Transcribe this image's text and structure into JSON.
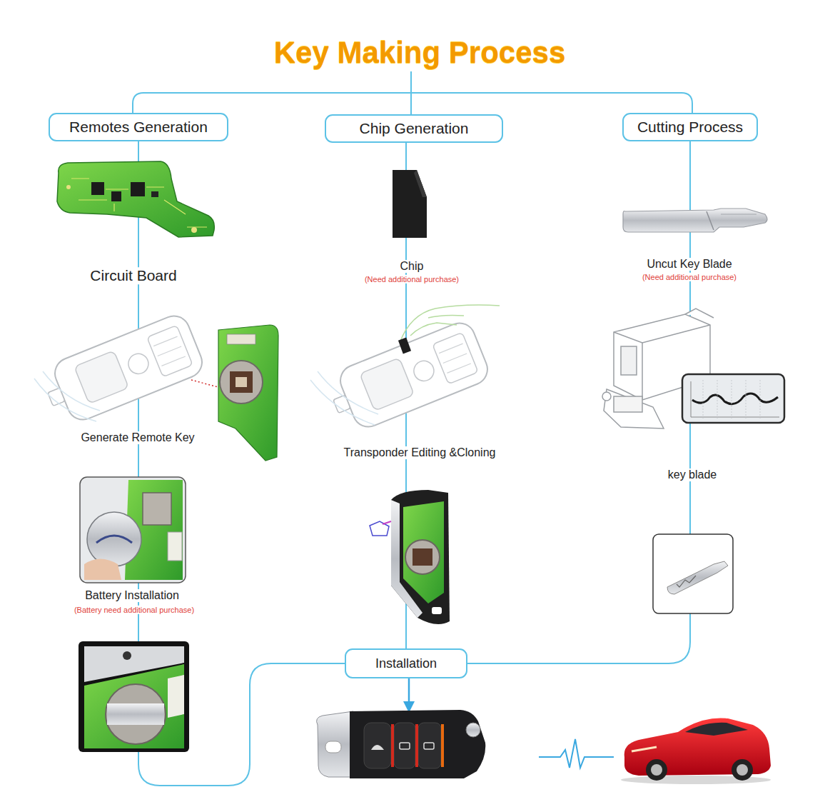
{
  "diagram": {
    "title": "Key Making Process",
    "nodes": [
      {
        "text": [
          "Remotes Generation"
        ]
      },
      {
        "text": [
          "Chip Generation"
        ]
      },
      {
        "text": [
          "Cutting Process"
        ]
      },
      {
        "text": [
          "Installation"
        ]
      }
    ],
    "edges": [
      {
        "from": 0,
        "to": 3,
        "arrow": "none"
      },
      {
        "from": 1,
        "to": 3,
        "arrow": "none"
      },
      {
        "from": 2,
        "to": 3,
        "arrow": "none"
      }
    ],
    "labels": [
      "Circuit Board",
      "Chip",
      "(Need additional purchase)",
      "Uncut Key Blade",
      "(Need additional purchase)",
      "Generate Remote Key",
      "Transponder Editing &Cloning",
      "key blade",
      "Battery Installation",
      "(Battery need additional purchase)"
    ]
  }
}
